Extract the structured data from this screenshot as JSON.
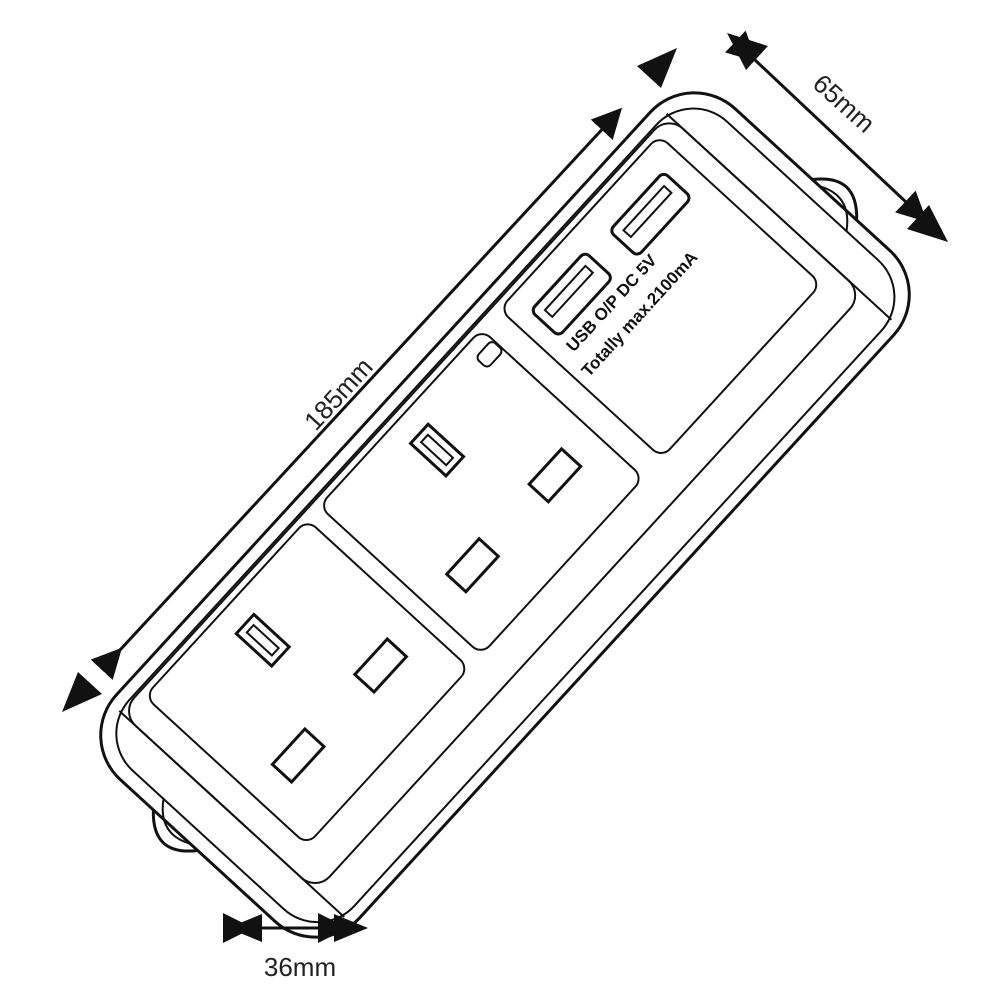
{
  "dimensions": {
    "length": "185mm",
    "width": "65mm",
    "height": "36mm"
  },
  "usb_panel": {
    "label_line1": "USB O/P DC 5V",
    "label_line2": "Totally max.2100mA"
  },
  "product": {
    "sockets": 2,
    "usb_ports": 2
  },
  "colors": {
    "line": "#111111",
    "background": "#ffffff"
  }
}
